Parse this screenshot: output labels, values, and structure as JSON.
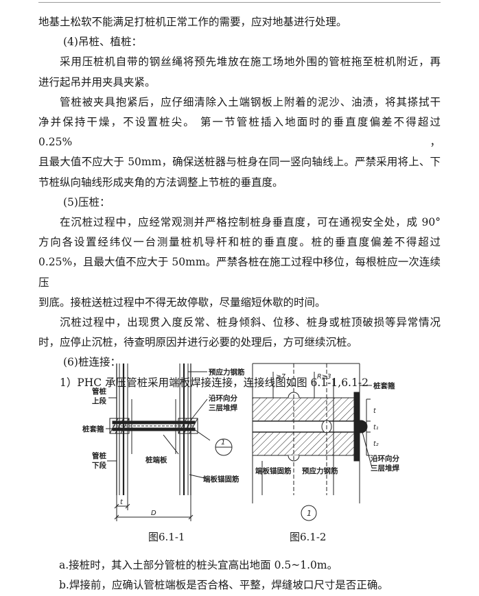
{
  "paragraphs": {
    "p1": "地基土松软不能满足打桩机正常工作的需要，应对地基进行处理。",
    "h4": "(4)吊桩、植桩：",
    "p2_l1": "采用压桩机自带的钢丝绳将预先堆放在施工场地外围的管桩拖至桩机附近，再",
    "p2_l2": "进行起吊并用夹具夹紧。",
    "p3_l1": "管桩被夹具抱紧后，应仔细清除入土端钢板上附着的泥沙、油渍，将其搽拭干",
    "p3_l2": "净并保持干燥，不设置桩尖。 第一节管桩插入地面时的垂直度偏差不得超过 0.25%，",
    "p3_l3": "且最大值不应大于 50mm，确保送桩器与桩身在同一竖向轴线上。严禁采用将上、下",
    "p3_l4": "节桩纵向轴线形成夹角的方法调整上节桩的垂直度。",
    "h5": "(5)压桩：",
    "p4_l1": "在沉桩过程中，应经常观测并严格控制桩身垂直度，可在通视安全处，成 90°",
    "p4_l2": "方向各设置经纬仪一台测量桩机导杆和桩的垂直度。桩的垂直度偏差不得超过",
    "p4_l3": "0.25%，且最大值不应大于 50mm。严禁各桩在施工过程中移位，每根桩应一次连续压",
    "p4_l4": "到底。接桩送桩过程中不得无故停歇，尽量缩短休歇的时间。",
    "p5_l1": "沉桩过程中，出现贯入度反常、桩身倾斜、位移、桩身或桩顶破损等异常情况",
    "p5_l2": "时，应停止沉桩，待查明原因并进行必要的处理后，方可继续沉桩。",
    "h6": "(6)桩连接：",
    "p6": "1）PHC 承压管桩采用端板焊接连接，连接线图如图 6.1-1,6.1-2"
  },
  "figure1": {
    "caption": "图6.1-1",
    "labels": {
      "upper_pile_1": "管桩",
      "upper_pile_2": "上段",
      "hoop": "桩套箍",
      "lower_pile_1": "管桩",
      "lower_pile_2": "下段",
      "prestress_bar": "预应力钢筋",
      "weld_1": "沿环向分",
      "weld_2": "三层堆焊",
      "end_plate": "桩端板",
      "anchor_bar": "端板锚固筋",
      "detail_mark": "1",
      "dim_t": "t",
      "dim_D": "D"
    }
  },
  "figure2": {
    "caption": "图6.1-2",
    "labels": {
      "hoop": "桩套箍",
      "anchor_bar": "端板锚固筋",
      "prestress_bar": "预应力钢筋",
      "weld_1": "沿环向分",
      "weld_2": "三层堆焊",
      "detail_mark": "1",
      "dim_gt7": "≥7",
      "dim_r3": "R≥3",
      "dim_t": "t",
      "dim_t1": "t₁",
      "dim_t2": "t₂"
    }
  },
  "items": {
    "a": "a.接桩时，其入土部分管桩的桩头宜高出地面 0.5~1.0m。",
    "b": "b.焊接前，应确认管桩端板是否合格、平整，焊缝坡口尺寸是否正确。"
  },
  "colors": {
    "text": "#1a1a1a",
    "line": "#222222",
    "rule": "#9a9a9a"
  }
}
